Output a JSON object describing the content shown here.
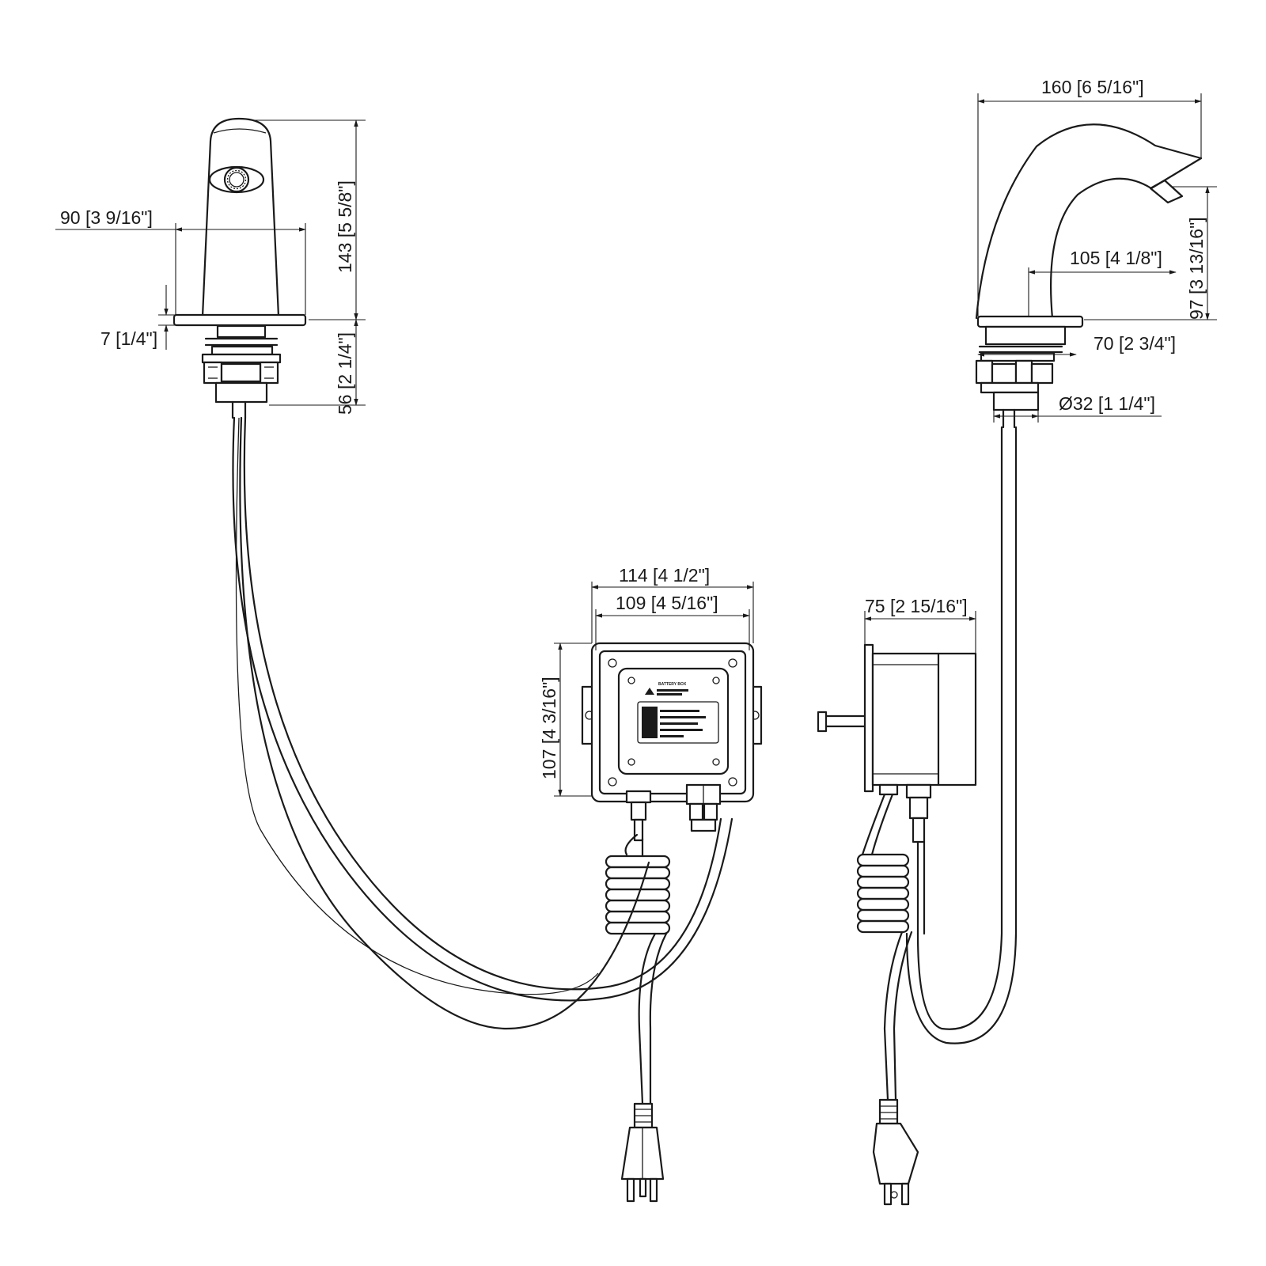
{
  "dimensions": {
    "front_width": "90 [3 9/16\"]",
    "front_height": "143 [5 5/8\"]",
    "flange_thickness": "7 [1/4\"]",
    "shank_length": "56 [2 1/4\"]",
    "side_length": "160 [6 5/16\"]",
    "side_spout_height": "97 [3 13/16\"]",
    "side_reach": "105 [4 1/8\"]",
    "base_diameter": "70 [2 3/4\"]",
    "shank_diameter": "Ø32 [1 1/4\"]",
    "box_outer_width": "114 [4 1/2\"]",
    "box_inner_width": "109 [4 5/16\"]",
    "box_height": "107 [4 3/16\"]",
    "box_depth": "75 [2 15/16\"]"
  },
  "box_label": {
    "title": "BATTERY BOX"
  }
}
